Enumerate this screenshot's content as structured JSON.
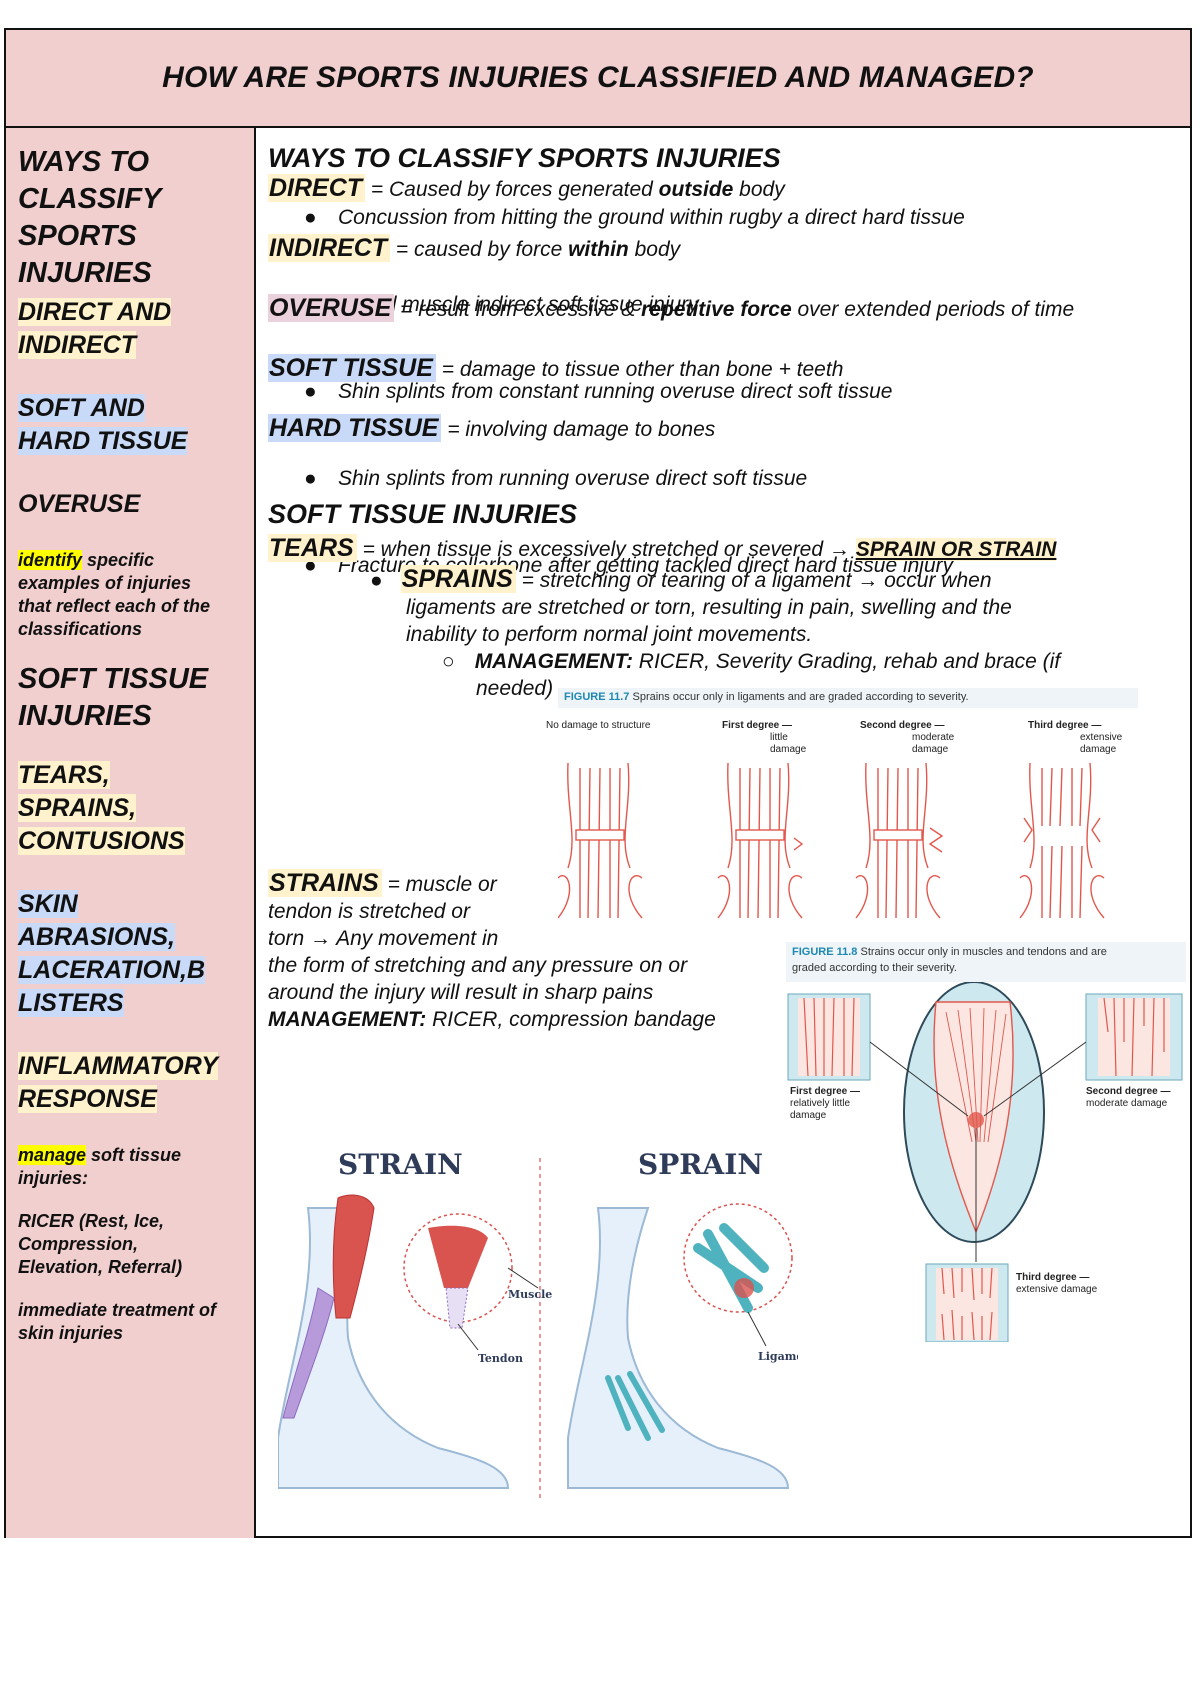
{
  "title": "HOW ARE SPORTS INJURIES CLASSIFIED AND MANAGED?",
  "left": {
    "classify_heading": [
      "WAYS TO",
      "CLASSIFY",
      "SPORTS",
      "INJURIES"
    ],
    "direct_indirect": [
      "DIRECT AND",
      "INDIRECT"
    ],
    "soft_hard": [
      "SOFT AND",
      "HARD TISSUE"
    ],
    "overuse": "OVERUSE",
    "identify_word": "identify",
    "identify_rest": [
      "specific",
      "examples of injuries",
      "that reflect each of the",
      "classifications"
    ],
    "soft_tissue_injuries": [
      "SOFT TISSUE",
      "INJURIES"
    ],
    "tears": [
      "TEARS,",
      "SPRAINS,",
      "CONTUSIONS"
    ],
    "skin": [
      "SKIN",
      "ABRASIONS,",
      "LACERATION,B",
      "LISTERS"
    ],
    "inflammatory": [
      "INFLAMMATORY",
      "RESPONSE"
    ],
    "manage_word": "manage",
    "manage_rest": [
      "soft tissue",
      "injuries:"
    ],
    "ricer": [
      "RICER (Rest, Ice,",
      "Compression,",
      "Elevation, Referral)"
    ],
    "immediate": [
      "immediate treatment of",
      "skin injuries"
    ]
  },
  "right": {
    "classify_heading": "WAYS TO CLASSIFY SPORTS INJURIES",
    "direct": {
      "term": "DIRECT",
      "pre": "= Caused by forces generated ",
      "bold": "outside",
      "post": " body",
      "example": "Concussion from hitting the ground within rugby a direct hard tissue"
    },
    "indirect": {
      "term": "INDIRECT",
      "pre": "= caused by force ",
      "bold": "within",
      "post": " body",
      "example": "Pulled muscle indirect soft tissue injury"
    },
    "overuse": {
      "term": "OVERUSE",
      "pre": "= result from excessive & ",
      "bold": "repetitive force",
      "post": " over extended periods of time",
      "example": "Shin splints from constant running overuse direct soft tissue"
    },
    "soft_tissue": {
      "term": "SOFT TISSUE",
      "def": "= damage to tissue other than bone + teeth",
      "example": "Shin splints from running overuse direct soft tissue"
    },
    "hard_tissue": {
      "term": "HARD TISSUE",
      "def": "= involving damage to bones",
      "example": "Fracture to collarbone after getting tackled direct hard tissue injury"
    },
    "soft_heading": "SOFT TISSUE INJURIES",
    "tears": {
      "term": "TEARS",
      "def": "= when tissue is excessively stretched or severed → ",
      "link": "SPRAIN OR STRAIN"
    },
    "sprains": {
      "term": "SPRAINS",
      "lines": [
        "= stretching or tearing of a ligament → occur when",
        "ligaments are stretched or torn, resulting in pain, swelling and the",
        "inability to perform normal joint movements."
      ],
      "mgmt_label": "MANAGEMENT:",
      "mgmt_lines": [
        "RICER, Severity Grading, rehab and brace (if",
        "needed)"
      ]
    },
    "strains": {
      "term": "STRAINS",
      "lines": [
        "= muscle or",
        "tendon is stretched or",
        "torn → Any movement in",
        "the form of stretching and any pressure on or",
        "around the injury will result in sharp pains"
      ],
      "mgmt_label": "MANAGEMENT:",
      "mgmt_text": "RICER, compression bandage"
    }
  },
  "fig117": {
    "label": "FIGURE 11.7",
    "caption": "Sprains occur only in ligaments and are graded according to severity.",
    "grades": [
      {
        "title": "No damage to structure",
        "sub": []
      },
      {
        "title": "First degree —",
        "sub": [
          "little",
          "damage"
        ]
      },
      {
        "title": "Second degree —",
        "sub": [
          "moderate",
          "damage"
        ]
      },
      {
        "title": "Third degree —",
        "sub": [
          "extensive",
          "damage"
        ]
      }
    ]
  },
  "fig118": {
    "label": "FIGURE 11.8",
    "caption": [
      "Strains occur only in muscles and tendons and are",
      "graded according to their severity."
    ],
    "first": [
      "First degree —",
      "relatively little",
      "damage"
    ],
    "second": [
      "Second degree —",
      "moderate damage"
    ],
    "third": [
      "Third degree —",
      "extensive damage"
    ]
  },
  "illustration": {
    "strain_title": "STRAIN",
    "sprain_title": "SPRAIN",
    "muscle": "Muscle",
    "tendon": "Tendon",
    "ligament": "Ligament"
  },
  "colors": {
    "pink": "#f2cfcf",
    "cream": "#fff2cc",
    "blue": "#c9daf8",
    "yellow": "#ffff00",
    "mauve": "#ead1dc",
    "navy": "#2e3b59",
    "red": "#d9534f"
  }
}
